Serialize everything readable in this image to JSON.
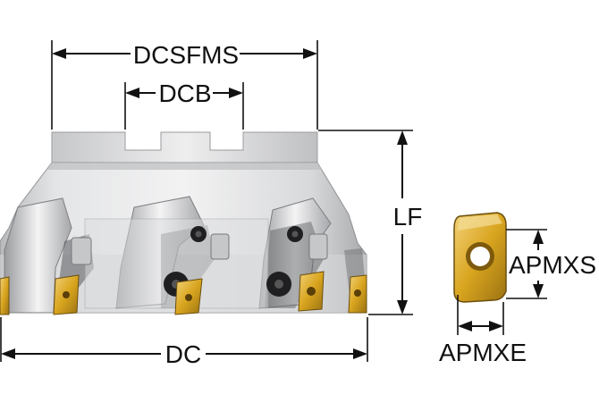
{
  "dimensions": {
    "dcsfms": "DCSFMS",
    "dcb": "DCB",
    "lf": "LF",
    "dc": "DC",
    "apmxs": "APMXS",
    "apmxe": "APMXE"
  },
  "colors": {
    "body_light": "#e6e7e8",
    "body_mid": "#c9cacc",
    "body_dark": "#8f9194",
    "insert_gold": "#d9a51f",
    "insert_dark": "#8a6510",
    "screw_black": "#1f1f21",
    "line": "#111111"
  }
}
